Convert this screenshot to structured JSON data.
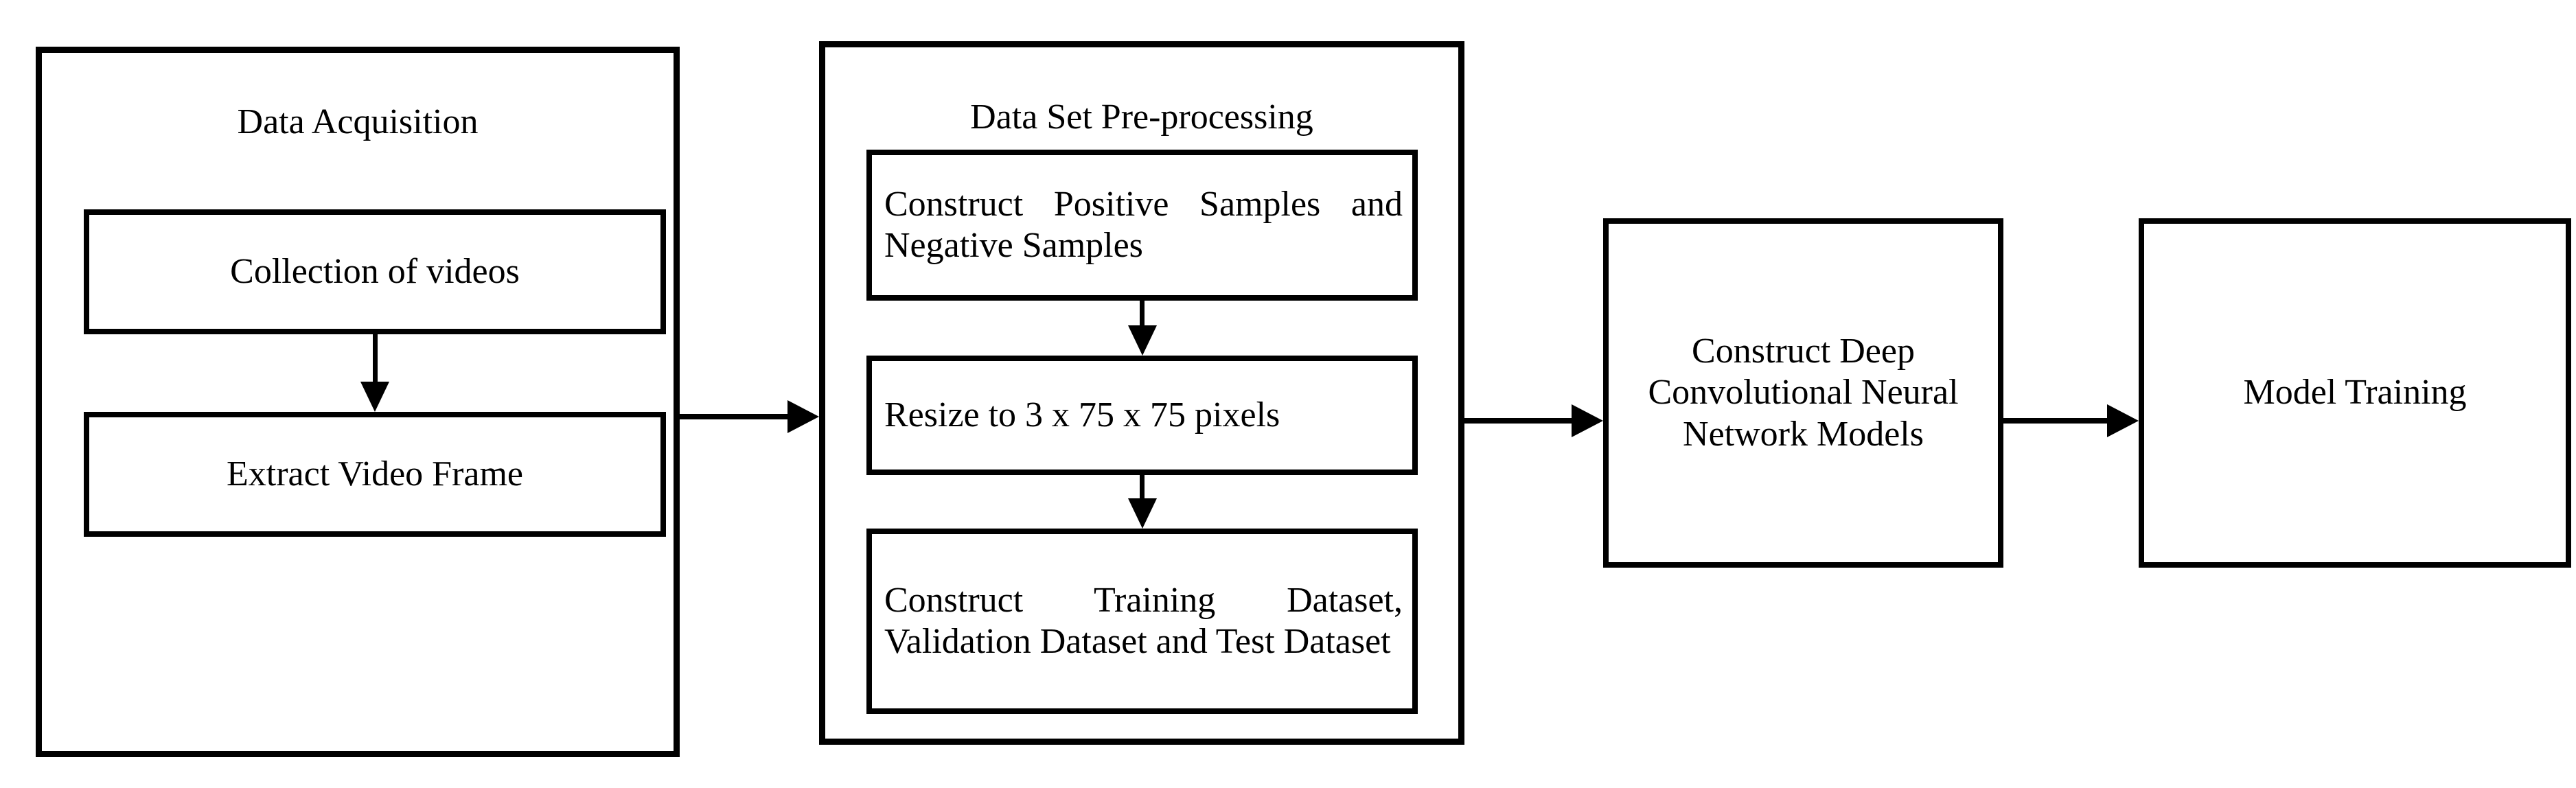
{
  "diagram": {
    "title": "Deep learning video classification pipeline flowchart",
    "type": "flowchart",
    "orientation": "left-to-right",
    "colors": {
      "stroke": "#000000",
      "fill": "#ffffff",
      "text": "#000000"
    },
    "groups": [
      {
        "id": "data-acquisition",
        "label": "Data Acquisition",
        "steps": [
          {
            "id": "collection-of-videos",
            "label": "Collection of videos"
          },
          {
            "id": "extract-video-frame",
            "label": "Extract Video Frame"
          }
        ]
      },
      {
        "id": "data-set-preprocessing",
        "label": "Data Set Pre-processing",
        "steps": [
          {
            "id": "construct-samples",
            "label": "Construct Positive Samples and Negative Samples"
          },
          {
            "id": "resize-pixels",
            "label": "Resize to 3 x 75 x 75 pixels"
          },
          {
            "id": "construct-datasets",
            "label": "Construct Training Dataset, Validation Dataset and Test Dataset"
          }
        ]
      }
    ],
    "nodes": [
      {
        "id": "cnn-models",
        "label": "Construct Deep Convolutional Neural Network Models"
      },
      {
        "id": "model-training",
        "label": "Model Training"
      }
    ],
    "edges": [
      {
        "from": "collection-of-videos",
        "to": "extract-video-frame",
        "direction": "down"
      },
      {
        "from": "data-acquisition",
        "to": "data-set-preprocessing",
        "direction": "right"
      },
      {
        "from": "construct-samples",
        "to": "resize-pixels",
        "direction": "down"
      },
      {
        "from": "resize-pixels",
        "to": "construct-datasets",
        "direction": "down"
      },
      {
        "from": "data-set-preprocessing",
        "to": "cnn-models",
        "direction": "right"
      },
      {
        "from": "cnn-models",
        "to": "model-training",
        "direction": "right"
      }
    ]
  }
}
